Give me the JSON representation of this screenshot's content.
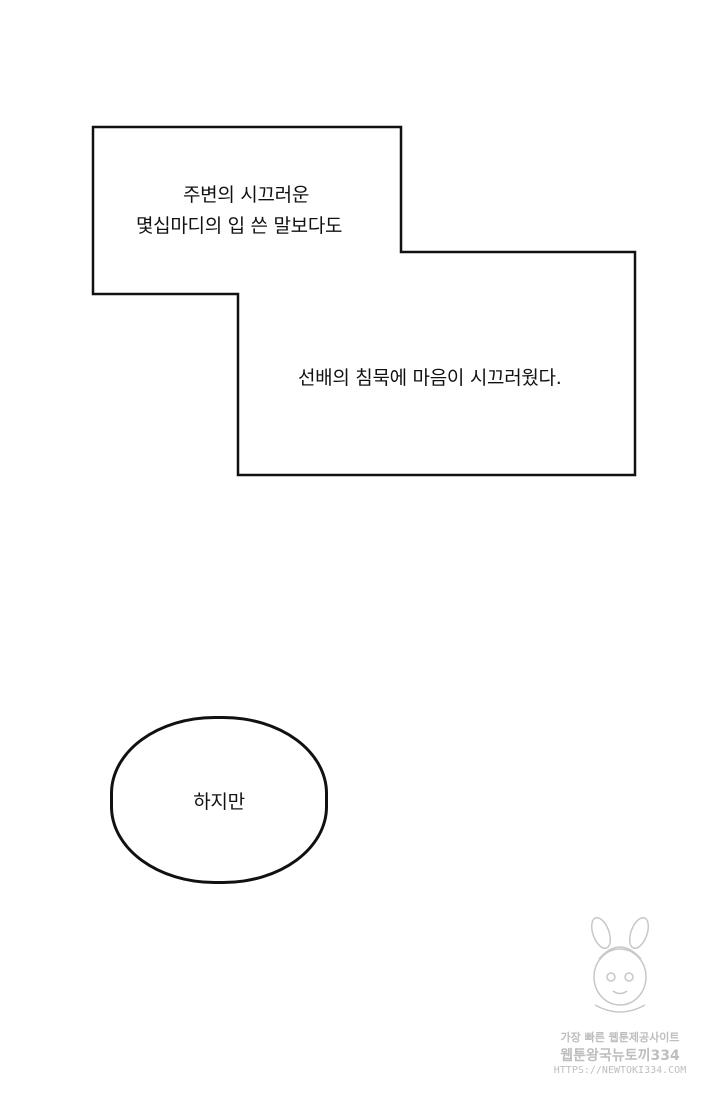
{
  "caption_box": {
    "lines_top": [
      "주변의 시끄러운",
      "몇십마디의 입 쓴 말보다도"
    ],
    "line_bottom": "선배의 침묵에 마음이 시끄러웠다."
  },
  "speech_bubble": {
    "text": "하지만"
  },
  "watermark": {
    "line1": "가장 빠른 웹툰제공사이트",
    "line2": "웹툰왕국뉴토끼334",
    "line3": "HTTPS://NEWTOKI334.COM"
  }
}
